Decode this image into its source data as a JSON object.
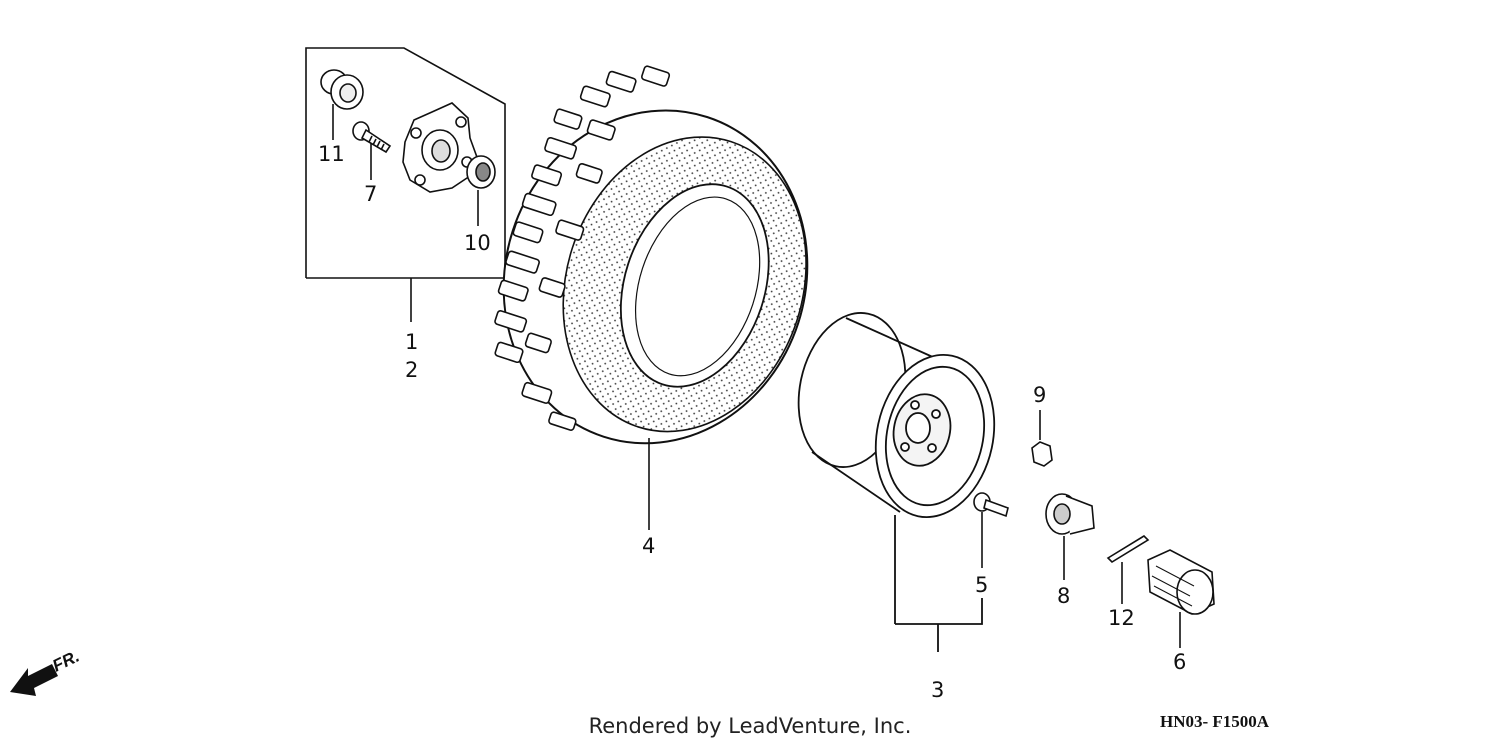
{
  "callouts": {
    "p1": "1",
    "p2": "2",
    "p3": "3",
    "p4": "4",
    "p5": "5",
    "p6": "6",
    "p7": "7",
    "p8": "8",
    "p9": "9",
    "p10": "10",
    "p11": "11",
    "p12": "12"
  },
  "direction_label": "FR.",
  "diagram_code": "HN03- F1500A",
  "credit": "Rendered by LeadVenture, Inc."
}
